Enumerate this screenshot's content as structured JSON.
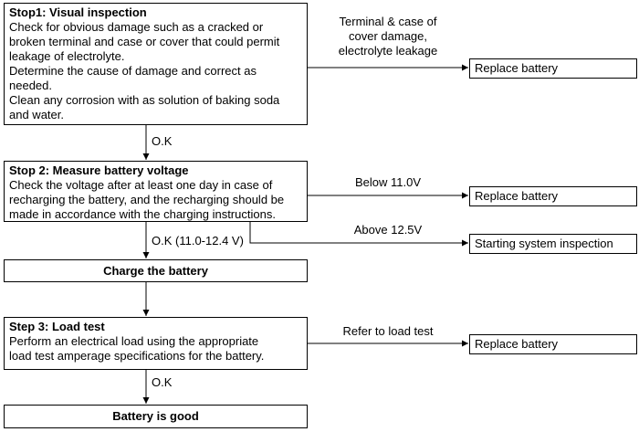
{
  "step1": {
    "title": "Stop1: Visual inspection",
    "lines": [
      "Check for obvious damage such as a cracked or",
      "broken terminal and case or cover that could permit",
      "leakage of electrolyte.",
      "Determine the cause of damage and correct as",
      "needed.",
      "Clean any corrosion with as solution of baking soda",
      "and water."
    ]
  },
  "step1_branch": {
    "label_lines": [
      "Terminal & case of",
      "cover damage,",
      "electrolyte leakage"
    ],
    "result": "Replace battery"
  },
  "ok1": "O.K",
  "step2": {
    "title": "Stop 2: Measure battery voltage",
    "lines": [
      "Check the voltage after at least one day in case of",
      "recharging the battery, and the recharging should be",
      "made in accordance with the charging instructions."
    ]
  },
  "step2_branch_low": {
    "label": "Below 11.0V",
    "result": "Replace battery"
  },
  "step2_branch_high": {
    "label": "Above 12.5V",
    "result": "Starting system inspection"
  },
  "ok2": "O.K (11.0-12.4 V)",
  "charge": "Charge the battery",
  "step3": {
    "title": "Step 3: Load test",
    "lines": [
      "Perform an electrical load using the appropriate",
      "load test amperage specifications for the battery."
    ]
  },
  "step3_branch": {
    "label": "Refer to load test",
    "result": "Replace battery"
  },
  "ok3": "O.K",
  "final": "Battery is good"
}
